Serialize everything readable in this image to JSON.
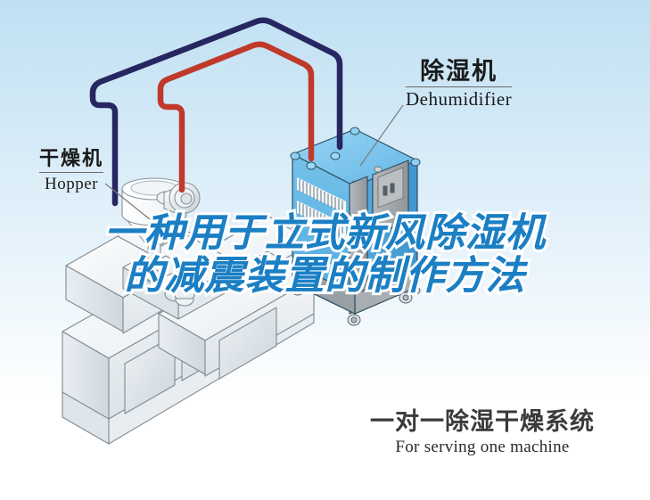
{
  "illustration": {
    "title_cn": "一种用于立式新风除湿机",
    "title_cn_line2": "的减震装置的制作方法",
    "background_top_color": "#bfe0f2",
    "background_bottom_color": "#ffffff"
  },
  "labels": {
    "dehumidifier": {
      "cn": "除湿机",
      "en": "Dehumidifier"
    },
    "hopper": {
      "cn": "干燥机",
      "en": "Hopper"
    }
  },
  "caption": {
    "cn": "一对一除湿干燥系统",
    "en": "For serving one machine"
  },
  "colors": {
    "watermark_blue": "#1b7fc4",
    "watermark_outline": "#ffffff",
    "pipe_return_navy": "#262660",
    "pipe_supply_red": "#c0392b",
    "cabinet_blue": "#63b9e8",
    "cabinet_blue_light": "#8fd0f2",
    "cabinet_blue_dark": "#3f9ed4",
    "panel_grey": "#9fa3a6",
    "machine_grey": "#e9edf0",
    "machine_grey_dark": "#c9d2d8",
    "outline": "#3a3a3a"
  },
  "equipment": {
    "dehumidifier_unit": {
      "name_cn": "除湿机",
      "name_en": "Dehumidifier",
      "vent_grille_count": 2,
      "caster_count": 4,
      "pipe_port_count": 2,
      "lifting_eye_count": 4
    },
    "hopper_unit": {
      "name_cn": "干燥机",
      "name_en": "Hopper",
      "has_blower": true,
      "shape": "cylinder-with-cone"
    },
    "molding_machine": {
      "name": "injection-molding-machine",
      "panel_count": 5
    }
  },
  "pipes": [
    {
      "name": "return-air-pipe",
      "color": "#262660",
      "from": "hopper",
      "to": "dehumidifier"
    },
    {
      "name": "dry-air-supply-pipe",
      "color": "#c0392b",
      "from": "dehumidifier",
      "to": "hopper-blower"
    }
  ]
}
